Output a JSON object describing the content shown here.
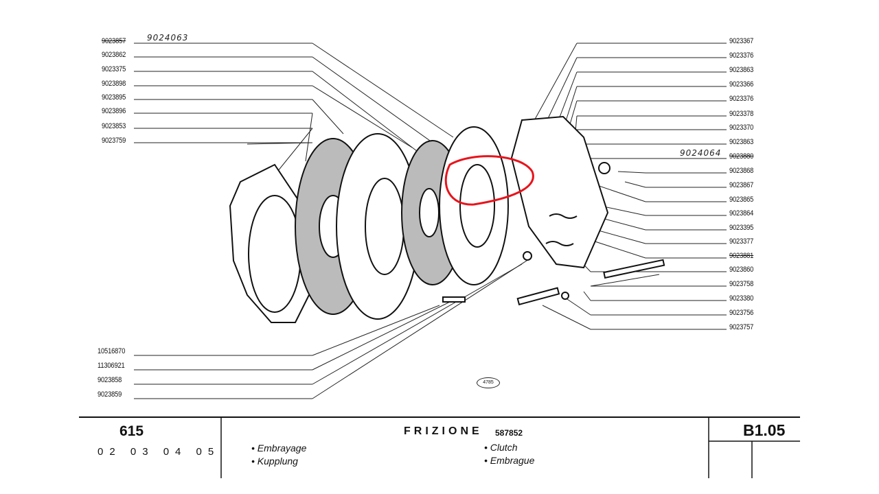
{
  "left_labels": [
    {
      "text": "9023857",
      "struck": true,
      "handwritten": "9024063"
    },
    {
      "text": "9023862"
    },
    {
      "text": "9023375"
    },
    {
      "text": "9023898"
    },
    {
      "text": "9023895"
    },
    {
      "text": "9023896"
    },
    {
      "text": "9023853"
    },
    {
      "text": "9023759"
    }
  ],
  "bottom_left_labels": [
    {
      "text": "10516870"
    },
    {
      "text": "11306921"
    },
    {
      "text": "9023858"
    },
    {
      "text": "9023859"
    }
  ],
  "right_labels": [
    {
      "text": "9023367"
    },
    {
      "text": "9023376"
    },
    {
      "text": "9023863"
    },
    {
      "text": "9023366"
    },
    {
      "text": "9023376"
    },
    {
      "text": "9023378"
    },
    {
      "text": "9023370"
    },
    {
      "text": "9023863"
    },
    {
      "text": "9023880",
      "struck": true,
      "handwritten": "9024064"
    },
    {
      "text": "9023868"
    },
    {
      "text": "9023867"
    },
    {
      "text": "9023865"
    },
    {
      "text": "9023864"
    },
    {
      "text": "9023395"
    },
    {
      "text": "9023377"
    },
    {
      "text": "9023881",
      "struck": true
    },
    {
      "text": "9023860"
    },
    {
      "text": "9023758"
    },
    {
      "text": "9023380"
    },
    {
      "text": "9023756"
    },
    {
      "text": "9023757"
    }
  ],
  "drawing_ref": "4785",
  "footer": {
    "model": "615",
    "variants": "02 03 04 05",
    "title": "FRIZIONE",
    "code": "587852",
    "translations": [
      "• Embrayage",
      "• Kupplung",
      "• Clutch",
      "• Embrague"
    ],
    "page_ref": "B1.05"
  },
  "colors": {
    "ink": "#111111",
    "annotation": "#e8141c"
  }
}
